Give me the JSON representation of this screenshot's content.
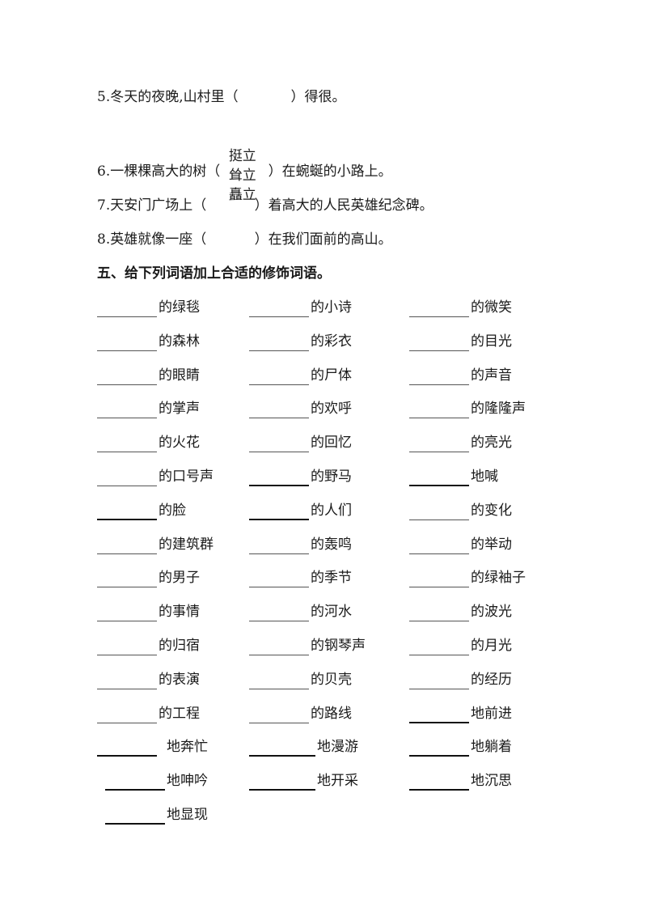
{
  "questions": {
    "q5": "5.冬天的夜晚,山村里（            ）得很。",
    "choices": [
      "挺立",
      "耸立",
      "矗立"
    ],
    "q6": "6.一棵棵高大的树（           ）在蜿蜒的小路上。",
    "q7": "7.天安门广场上（           ）着高大的人民英雄纪念碑。",
    "q8": "8.英雄就像一座（           ）在我们面前的高山。"
  },
  "section5": {
    "heading": "五、给下列词语加上合适的修饰词语。",
    "rows": [
      [
        "的绿毯",
        "的小诗",
        "的微笑"
      ],
      [
        "的森林",
        "的彩衣",
        "的目光"
      ],
      [
        "的眼睛",
        "的尸体",
        "的声音"
      ],
      [
        "的掌声",
        "的欢呼",
        "的隆隆声"
      ],
      [
        "的火花",
        "的回忆",
        "的亮光"
      ],
      [
        "的口号声",
        "的野马",
        "地喊"
      ],
      [
        "的脸",
        "的人们",
        "的变化"
      ],
      [
        "的建筑群",
        "的轰鸣",
        "的举动"
      ],
      [
        "的男子",
        "的季节",
        "的绿袖子"
      ],
      [
        "的事情",
        "的河水",
        "的波光"
      ],
      [
        "的归宿",
        "的钢琴声",
        "的月光"
      ],
      [
        "的表演",
        "的贝壳",
        "的经历"
      ],
      [
        "的工程",
        "的路线",
        "地前进"
      ],
      [
        "地奔忙",
        "地漫游",
        "地躺着"
      ],
      [
        "地呻吟",
        "地开采",
        "地沉思"
      ],
      [
        "地显现"
      ]
    ]
  }
}
